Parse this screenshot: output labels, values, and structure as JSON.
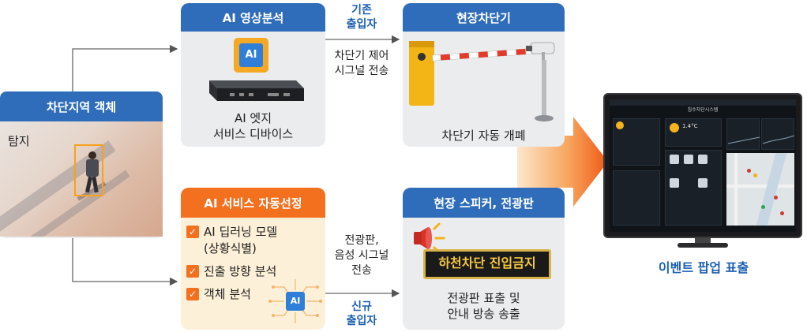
{
  "left_panel": {
    "title": "차단지역 객체",
    "label": "탐지"
  },
  "ai_video": {
    "title": "AI 영상분석",
    "chip_text": "AI",
    "caption_line1": "AI 엣지",
    "caption_line2": "서비스 디바이스"
  },
  "top_arrow": {
    "label_line1": "기존",
    "label_line2": "출입자",
    "desc_line1": "차단기 제어",
    "desc_line2": "시그널 전송"
  },
  "barrier": {
    "title": "현장차단기",
    "caption": "차단기 자동 개폐"
  },
  "ai_service": {
    "title": "AI 서비스 자동선정",
    "items": [
      "AI 딥러닝 모델",
      "(상황식별)",
      "진출 방향 분석",
      "객체 분석"
    ],
    "chip_text": "AI"
  },
  "bottom_arrow": {
    "desc_line1": "전광판,",
    "desc_line2": "음성 시그널",
    "desc_line3": "전송",
    "label_line1": "신규",
    "label_line2": "출입자"
  },
  "speaker": {
    "title": "현장 스피커, 전광판",
    "sign_text": "하천차단 진입금지",
    "caption_line1": "전광판 표출 및",
    "caption_line2": "안내 방송 송출"
  },
  "monitor": {
    "caption": "이벤트 팝업 표출",
    "app_title": "침수차단시스템",
    "temp": "1.4°C"
  },
  "colors": {
    "blue": "#2f6dba",
    "orange": "#f3701f",
    "gray": "#ebeced",
    "cream": "#fdf0d8"
  }
}
